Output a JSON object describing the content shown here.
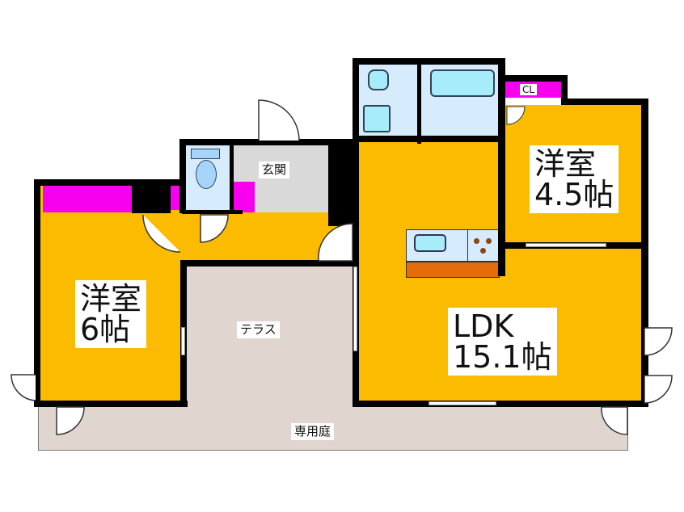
{
  "floorplan": {
    "rooms": [
      {
        "id": "western-room-6",
        "name": "洋室",
        "size": "6帖"
      },
      {
        "id": "western-room-45",
        "name": "洋室",
        "size": "4.5帖"
      },
      {
        "id": "ldk",
        "name": "LDK",
        "size": "15.1帖"
      },
      {
        "id": "entrance",
        "name": "玄関"
      },
      {
        "id": "terrace",
        "name": "テラス"
      },
      {
        "id": "private-garden",
        "name": "専用庭"
      },
      {
        "id": "closet",
        "name": "CL"
      }
    ],
    "colors": {
      "room_floor": "#fbbb00",
      "wet_area": "#d6ebfb",
      "entrance": "#d9d9d9",
      "outdoor": "#e0d6cf",
      "storage": "#f700f0",
      "wall": "#000000",
      "kitchen_counter": "#e46c0a"
    }
  }
}
